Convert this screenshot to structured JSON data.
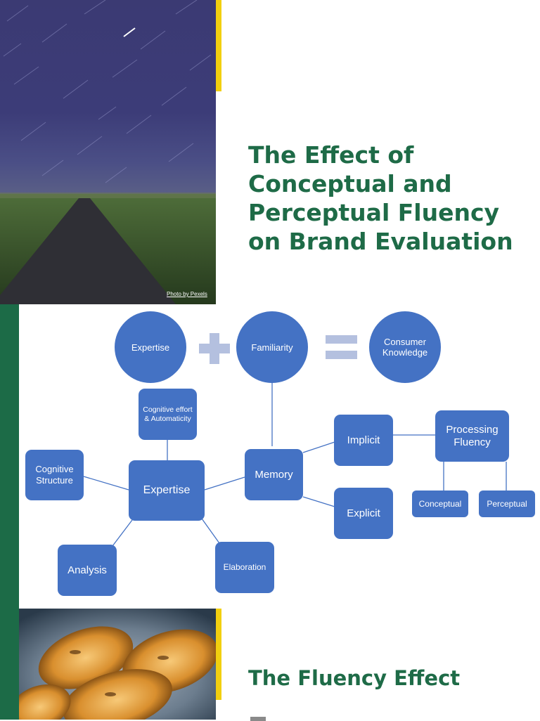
{
  "slide1": {
    "title": "The Effect of Conceptual and Perceptual Fluency on Brand Evaluation",
    "photo_credit": "Photo by Pexels",
    "colors": {
      "title": "#1e6b47",
      "accent": "#f2cf0f"
    }
  },
  "slide2": {
    "equation": {
      "term1": "Expertise",
      "operator_plus": "+",
      "term2": "Familiarity",
      "operator_equals": "=",
      "result": "Consumer Knowledge"
    },
    "nodes": {
      "cognitive_effort": "Cognitive effort & Automaticity",
      "cognitive_structure": "Cognitive Structure",
      "expertise": "Expertise",
      "analysis": "Analysis",
      "elaboration": "Elaboration",
      "memory": "Memory",
      "implicit": "Implicit",
      "explicit": "Explicit",
      "processing_fluency": "Processing Fluency",
      "conceptual": "Conceptual",
      "perceptual": "Perceptual"
    },
    "colors": {
      "node": "#4472c4",
      "operator": "#b4c0df",
      "strip": "#1c6b47"
    }
  },
  "slide3": {
    "title": "The Fluency Effect"
  }
}
